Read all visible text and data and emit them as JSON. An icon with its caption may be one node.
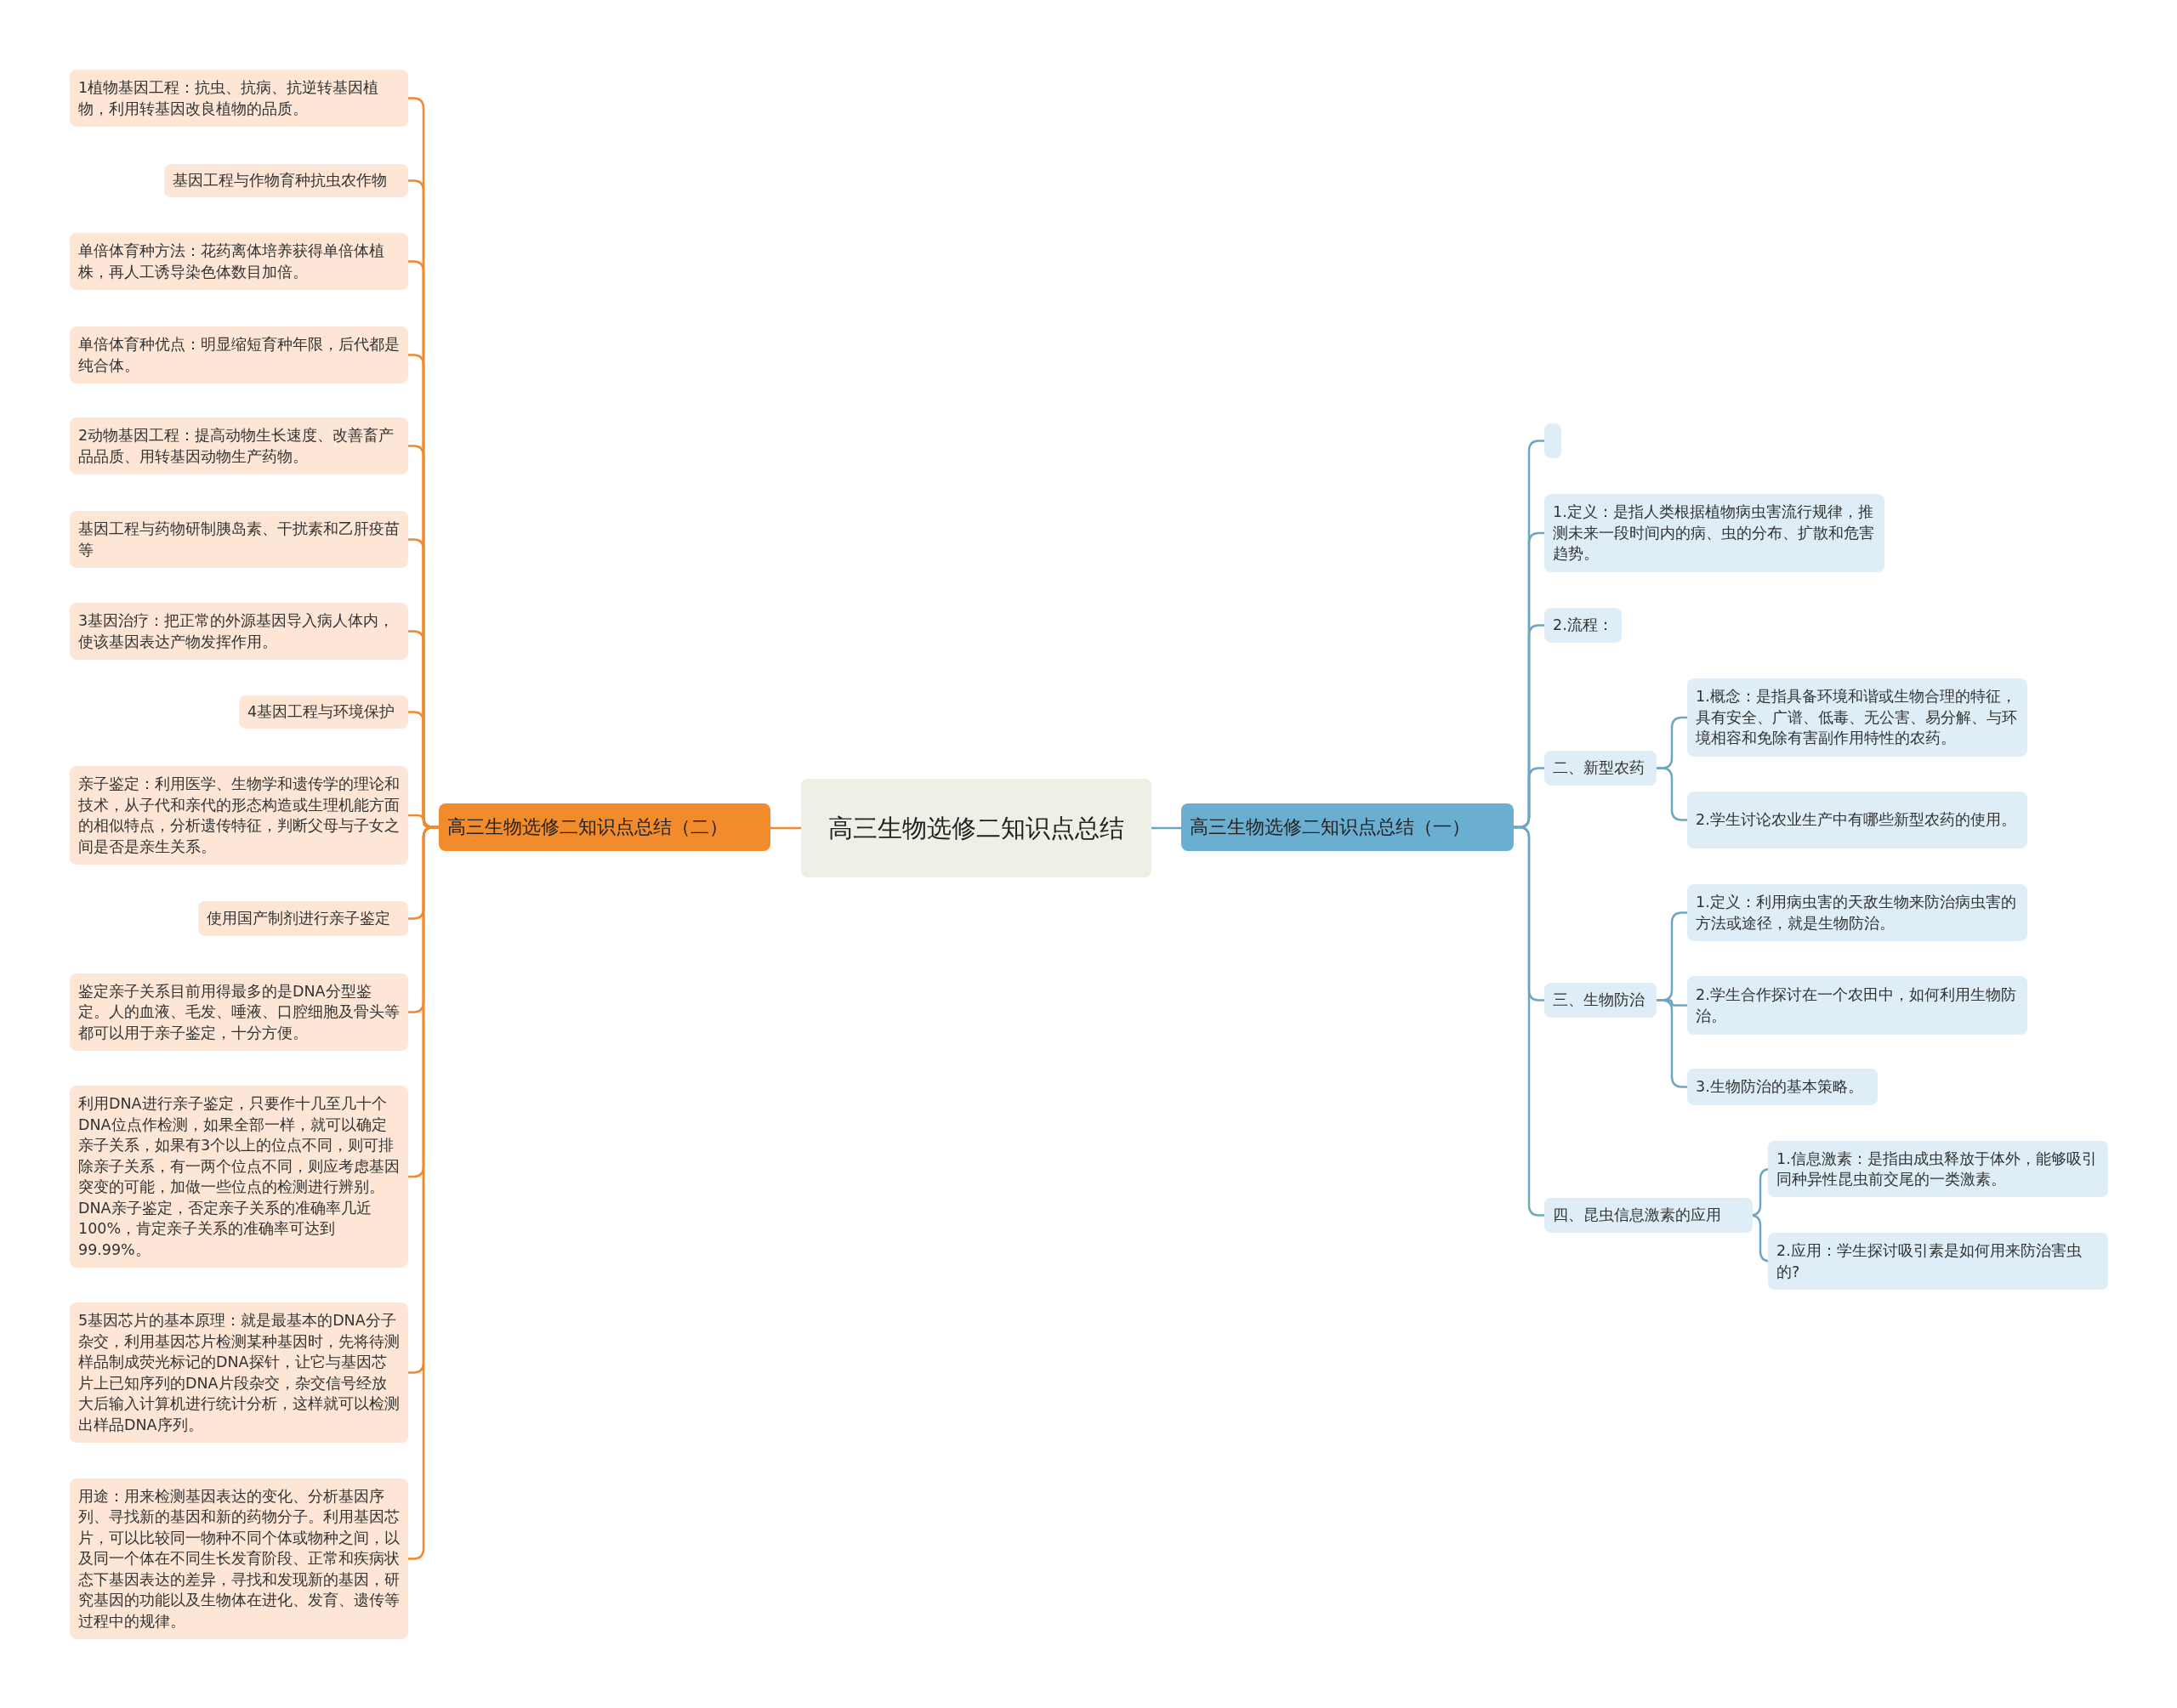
{
  "diagram": {
    "nodes": [
      {
        "text": [
          "高三生物选修二知识点总结"
        ]
      },
      {
        "text": [
          "高三生物选修二知识点总结（二）"
        ]
      },
      {
        "text": [
          "1植物基因工程：抗虫、抗病、抗逆转基因植物，利用转基因改良植物的品质。"
        ]
      },
      {
        "text": [
          "基因工程与作物育种抗虫农作物"
        ]
      },
      {
        "text": [
          "单倍体育种方法：花药离体培养获得单倍体植株，再人工诱导染色体数目加倍。"
        ]
      },
      {
        "text": [
          "单倍体育种优点：明显缩短育种年限，后代都是纯合体。"
        ]
      },
      {
        "text": [
          "2动物基因工程：提高动物生长速度、改善畜产品品质、用转基因动物生产药物。"
        ]
      },
      {
        "text": [
          "基因工程与药物研制胰岛素、干扰素和乙肝疫苗等"
        ]
      },
      {
        "text": [
          "3基因治疗：把正常的外源基因导入病人体内，使该基因表达产物发挥作用。"
        ]
      },
      {
        "text": [
          "4基因工程与环境保护"
        ]
      },
      {
        "text": [
          "亲子鉴定：利用医学、生物学和遗传学的理论和技术，从子代和亲代的形态构造或生理机能方面的相似特点，分析遗传特征，判断父母与子女之间是否是亲生关系。"
        ]
      },
      {
        "text": [
          "使用国产制剂进行亲子鉴定"
        ]
      },
      {
        "text": [
          "鉴定亲子关系目前用得最多的是DNA分型鉴定。人的血液、毛发、唾液、口腔细胞及骨头等都可以用于亲子鉴定，十分方便。"
        ]
      },
      {
        "text": [
          "利用DNA进行亲子鉴定，只要作十几至几十个DNA位点作检测，如果全部一样，就可以确定亲子关系，如果有3个以上的位点不同，则可排除亲子关系，有一两个位点不同，则应考虑基因突变的可能，加做一些位点的检测进行辨别。DNA亲子鉴定，否定亲子关系的准确率几近100%，肯定亲子关系的准确率可达到99.99%。"
        ]
      },
      {
        "text": [
          "5基因芯片的基本原理：就是最基本的DNA分子杂交，利用基因芯片检测某种基因时，先将待测样品制成荧光标记的DNA探针，让它与基因芯片上已知序列的DNA片段杂交，杂交信号经放大后输入计算机进行统计分析，这样就可以检测出样品DNA序列。"
        ]
      },
      {
        "text": [
          "用途：用来检测基因表达的变化、分析基因序列、寻找新的基因和新的药物分子。利用基因芯片，可以比较同一物种不同个体或物种之间，以及同一个体在不同生长发育阶段、正常和疾病状态下基因表达的差异，寻找和发现新的基因，研究基因的功能以及生物体在进化、发育、遗传等过程中的规律。"
        ]
      },
      {
        "text": [
          "高三生物选修二知识点总结（一）"
        ]
      },
      {
        "text": [],
        "shape": "box"
      },
      {
        "text": [
          "1.定义：是指人类根据植物病虫害流行规律，推测未来一段时间内的病、虫的分布、扩散和危害趋势。"
        ]
      },
      {
        "text": [
          "2.流程："
        ]
      },
      {
        "text": [
          "二、新型农药"
        ]
      },
      {
        "text": [
          "1.概念：是指具备环境和谐或生物合理的特征，具有安全、广谱、低毒、无公害、易分解、与环境相容和免除有害副作用特性的农药。"
        ]
      },
      {
        "text": [
          "2.学生讨论农业生产中有哪些新型农药的使用。"
        ]
      },
      {
        "text": [
          "三、生物防治"
        ]
      },
      {
        "text": [
          "1.定义：利用病虫害的天敌生物来防治病虫害的方法或途径，就是生物防治。"
        ]
      },
      {
        "text": [
          "2.学生合作探讨在一个农田中，如何利用生物防治。"
        ]
      },
      {
        "text": [
          "3.生物防治的基本策略。"
        ]
      },
      {
        "text": [
          "四、昆虫信息激素的应用"
        ]
      },
      {
        "text": [
          "1.信息激素：是指由成虫释放于体外，能够吸引同种异性昆虫前交尾的一类激素。"
        ]
      },
      {
        "text": [
          "2.应用：学生探讨吸引素是如何用来防治害虫的?"
        ]
      }
    ],
    "edges": [
      {
        "from": 0,
        "to": 1,
        "arrow": "none"
      },
      {
        "from": 0,
        "to": 16,
        "arrow": "none",
        "color": "#6ea6c0"
      },
      {
        "from": 1,
        "to": 2,
        "arrow": "none"
      },
      {
        "from": 1,
        "to": 3,
        "arrow": "none"
      },
      {
        "from": 1,
        "to": 4,
        "arrow": "none"
      },
      {
        "from": 1,
        "to": 5,
        "arrow": "none"
      },
      {
        "from": 1,
        "to": 6,
        "arrow": "none"
      },
      {
        "from": 1,
        "to": 7,
        "arrow": "none"
      },
      {
        "from": 1,
        "to": 8,
        "arrow": "none"
      },
      {
        "from": 1,
        "to": 9,
        "arrow": "none"
      },
      {
        "from": 1,
        "to": 10,
        "arrow": "none"
      },
      {
        "from": 1,
        "to": 11,
        "arrow": "none"
      },
      {
        "from": 1,
        "to": 12,
        "arrow": "none"
      },
      {
        "from": 1,
        "to": 13,
        "arrow": "none"
      },
      {
        "from": 1,
        "to": 14,
        "arrow": "none"
      },
      {
        "from": 1,
        "to": 15,
        "arrow": "none"
      },
      {
        "from": 16,
        "to": 17,
        "arrow": "none",
        "color": "#6ea6c0"
      },
      {
        "from": 16,
        "to": 18,
        "arrow": "none",
        "color": "#6ea6c0"
      },
      {
        "from": 16,
        "to": 19,
        "arrow": "none",
        "color": "#6ea6c0"
      },
      {
        "from": 16,
        "to": 20,
        "arrow": "none",
        "color": "#6ea6c0"
      },
      {
        "from": 16,
        "to": 23,
        "arrow": "none",
        "color": "#6ea6c0"
      },
      {
        "from": 16,
        "to": 27,
        "arrow": "none",
        "color": "#6ea6c0"
      },
      {
        "from": 20,
        "to": 21,
        "arrow": "none",
        "color": "#6ea6c0"
      },
      {
        "from": 20,
        "to": 22,
        "arrow": "none",
        "color": "#6ea6c0"
      },
      {
        "from": 23,
        "to": 24,
        "arrow": "none",
        "color": "#6ea6c0"
      },
      {
        "from": 23,
        "to": 25,
        "arrow": "none",
        "color": "#6ea6c0"
      },
      {
        "from": 23,
        "to": 26,
        "arrow": "none",
        "color": "#6ea6c0"
      },
      {
        "from": 27,
        "to": 28,
        "arrow": "none",
        "color": "#6ea6c0"
      },
      {
        "from": 27,
        "to": 29,
        "arrow": "none",
        "color": "#6ea6c0"
      }
    ]
  }
}
